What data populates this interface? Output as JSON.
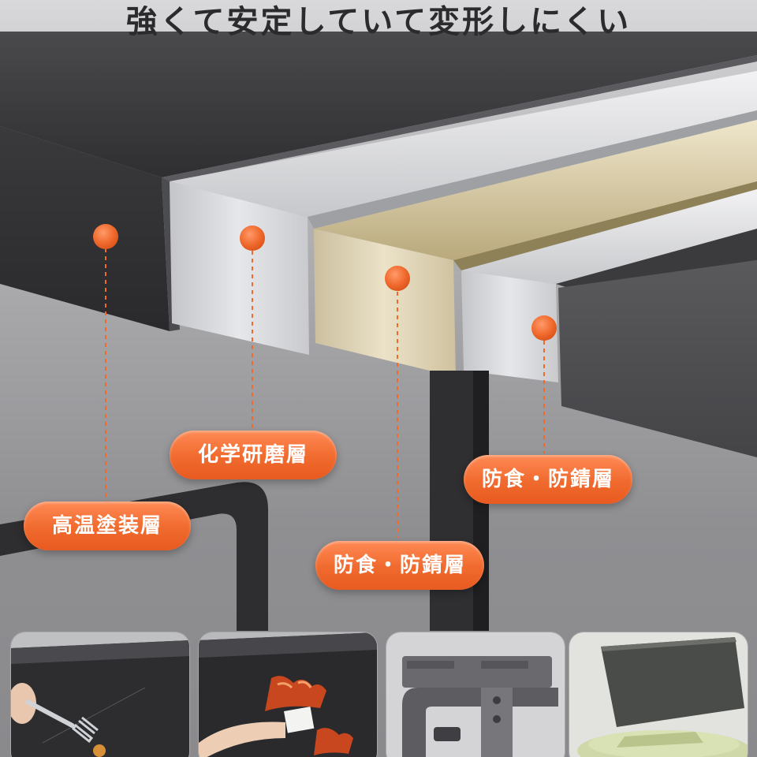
{
  "headline": "強くて安定していて変形しにくい",
  "labels": {
    "chemical_polish": "化学研磨層",
    "high_temp_coating": "高温塗装層",
    "anticorrosion_right": "防食・防錆層",
    "anticorrosion_middle": "防食・防錆層"
  },
  "thumbnails": [
    {
      "name": "fork-scratch-test-photo"
    },
    {
      "name": "flame-burn-test-photo"
    },
    {
      "name": "rack-connector-closeup-photo"
    },
    {
      "name": "panel-over-liquid-photo"
    }
  ],
  "colors": {
    "accent": "#f06a2e",
    "dark_frame": "#333336",
    "silver_layer": "#d2d3d6",
    "gold_layer": "#d8ccb0"
  }
}
